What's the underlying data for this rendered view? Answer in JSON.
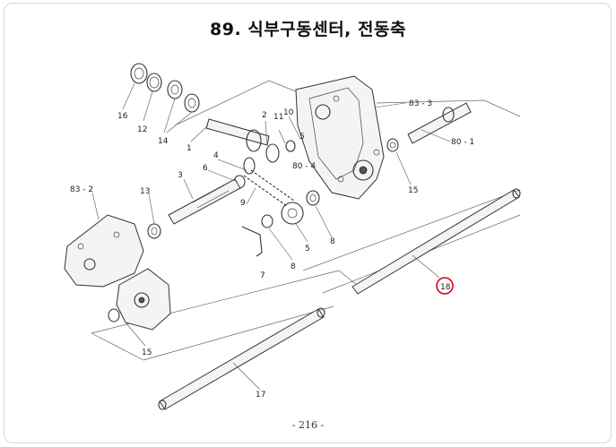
{
  "page": {
    "title": "89. 식부구동센터, 전동축",
    "page_number": "- 216 -"
  },
  "callouts": {
    "p1": "1",
    "p2": "2",
    "p3": "3",
    "p4": "4",
    "p5a": "5",
    "p5b": "5",
    "p6": "6",
    "p7": "7",
    "p8a": "8",
    "p8b": "8",
    "p9": "9",
    "p10": "10",
    "p11": "11",
    "p12": "12",
    "p13": "13",
    "p14": "14",
    "p15a": "15",
    "p15b": "15",
    "p16": "16",
    "p17": "17",
    "p18": "18",
    "ref_83_2": "83 - 2",
    "ref_83_3": "83 - 3",
    "ref_80_1": "80 - 1",
    "ref_80_4": "80 - 4"
  },
  "highlighted_part": "18",
  "colors": {
    "highlight": "#d0021b",
    "line": "#333333"
  }
}
